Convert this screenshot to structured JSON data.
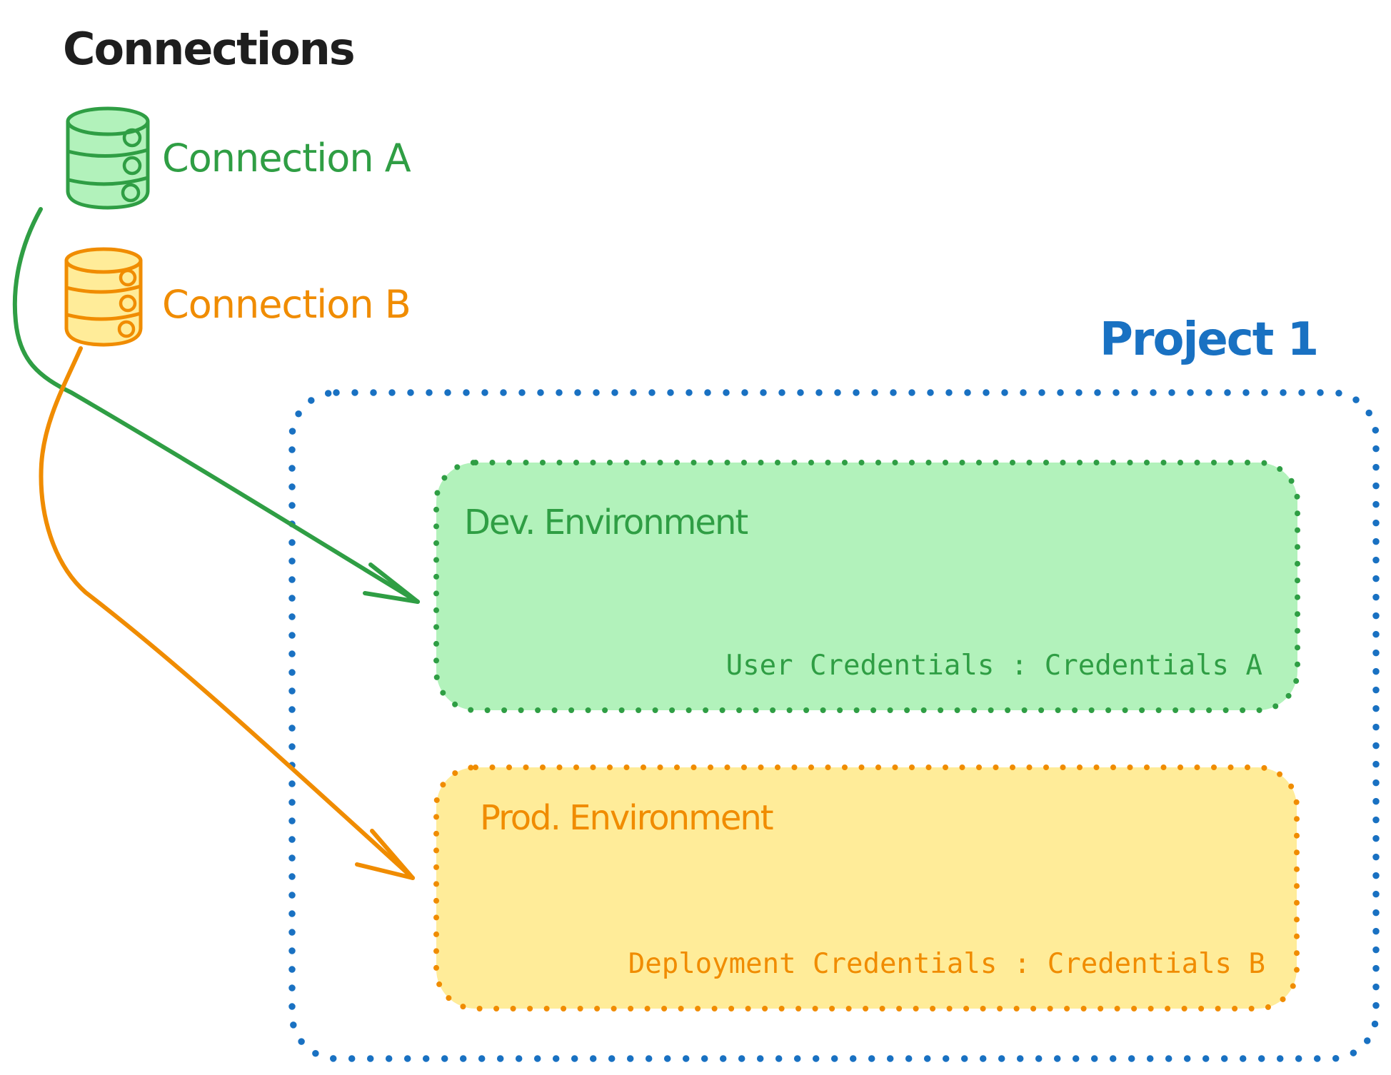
{
  "title": "Connections",
  "colors": {
    "text_black": "#1e1e1e",
    "green": "#2f9e44",
    "green_fill": "#b2f2bb",
    "orange": "#f08c00",
    "orange_fill": "#ffec99",
    "blue": "#1971c2",
    "background": "#ffffff"
  },
  "connections": [
    {
      "label": "Connection A",
      "color": "#2f9e44",
      "icon": "database-icon"
    },
    {
      "label": "Connection B",
      "color": "#f08c00",
      "icon": "database-icon"
    }
  ],
  "project": {
    "title": "Project 1",
    "environments": [
      {
        "name": "Dev. Environment",
        "credentials": "User Credentials : Credentials A",
        "color": "#2f9e44"
      },
      {
        "name": "Prod. Environment",
        "credentials": "Deployment Credentials : Credentials B",
        "color": "#f08c00"
      }
    ]
  },
  "arrows": [
    {
      "from": "Connection A",
      "to": "Dev. Environment",
      "color": "#2f9e44"
    },
    {
      "from": "Connection B",
      "to": "Prod. Environment",
      "color": "#f08c00"
    }
  ]
}
